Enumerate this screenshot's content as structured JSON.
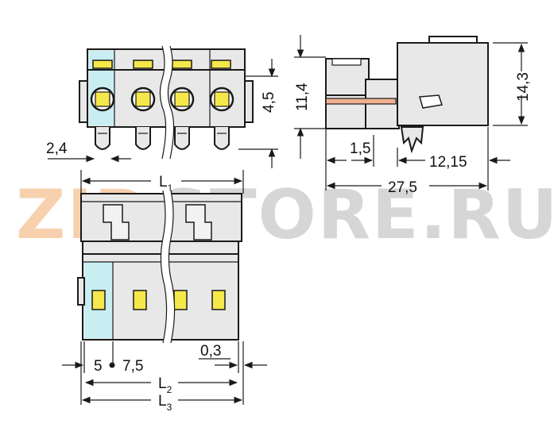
{
  "watermark": {
    "left": "ZIP",
    "right": "STORE.RU",
    "left_color": "#f6c9a0",
    "right_color": "#cfcfcf"
  },
  "colors": {
    "body_gray": "#e8e8e8",
    "highlight_cyan": "#c8eef2",
    "release_yellow": "#f5e84a",
    "pin_salmon": "#f0b090",
    "line": "#1a1a1a"
  },
  "dimensions": {
    "d_2_4": "2,4",
    "d_4_5": "4,5",
    "d_11_4": "11,4",
    "d_14_3": "14,3",
    "d_1_5": "1,5",
    "d_12_15": "12,15",
    "d_27_5": "27,5",
    "d_5": "5",
    "d_7_5": "7,5",
    "d_0_3": "0,3",
    "L1": {
      "letter": "L",
      "sub": "1"
    },
    "L2": {
      "letter": "L",
      "sub": "2"
    },
    "L3": {
      "letter": "L",
      "sub": "3"
    }
  }
}
